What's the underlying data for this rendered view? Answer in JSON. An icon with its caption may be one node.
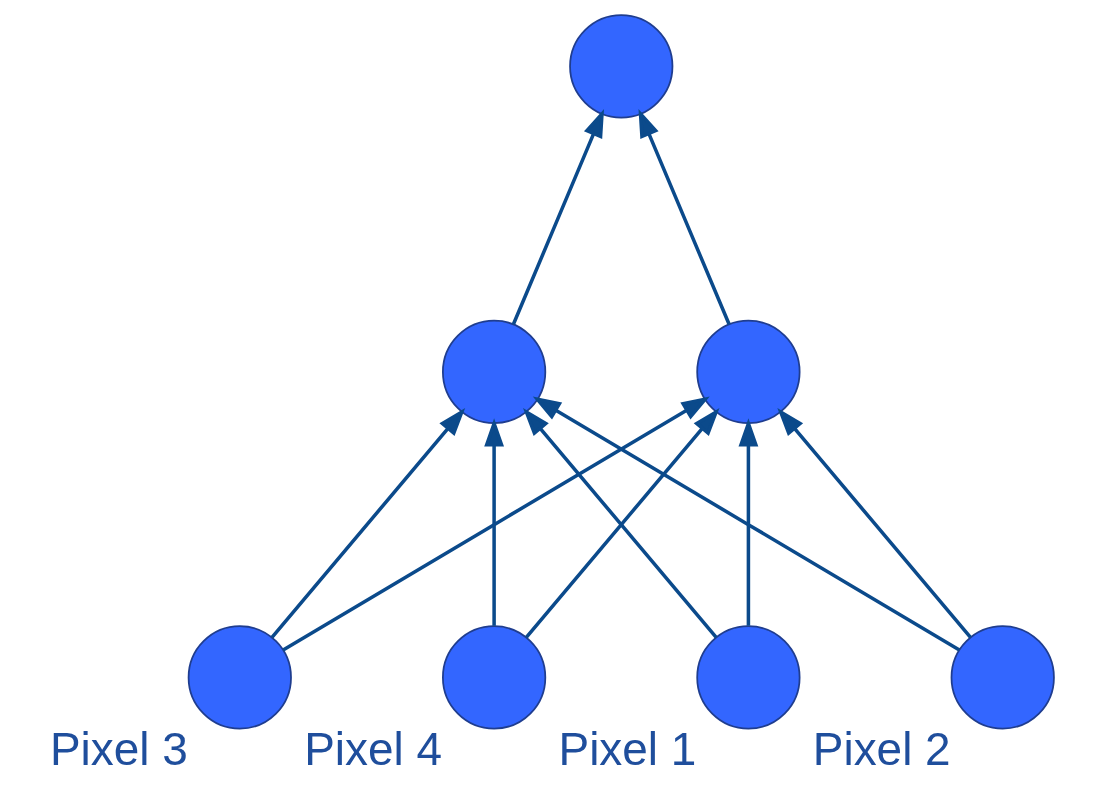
{
  "diagram": {
    "nodes": [
      {
        "text": [],
        "shape": "circle"
      },
      {
        "text": [],
        "shape": "circle"
      },
      {
        "text": [],
        "shape": "circle"
      },
      {
        "text": [],
        "shape": "circle",
        "beside": [
          "Pixel 1"
        ]
      },
      {
        "text": [],
        "shape": "circle",
        "beside": [
          "Pixel 2"
        ]
      },
      {
        "text": [],
        "shape": "circle",
        "beside": [
          "Pixel 3"
        ]
      },
      {
        "text": [],
        "shape": "circle",
        "beside": [
          "Pixel 4"
        ]
      }
    ],
    "edges": [
      {
        "from": 3,
        "to": 1,
        "arrow": "to"
      },
      {
        "from": 3,
        "to": 2,
        "arrow": "to"
      },
      {
        "from": 4,
        "to": 1,
        "arrow": "to"
      },
      {
        "from": 4,
        "to": 2,
        "arrow": "to"
      },
      {
        "from": 5,
        "to": 1,
        "arrow": "to"
      },
      {
        "from": 5,
        "to": 2,
        "arrow": "to"
      },
      {
        "from": 6,
        "to": 1,
        "arrow": "to"
      },
      {
        "from": 6,
        "to": 2,
        "arrow": "to"
      },
      {
        "from": 1,
        "to": 0,
        "arrow": "to"
      },
      {
        "from": 2,
        "to": 0,
        "arrow": "to"
      }
    ]
  }
}
